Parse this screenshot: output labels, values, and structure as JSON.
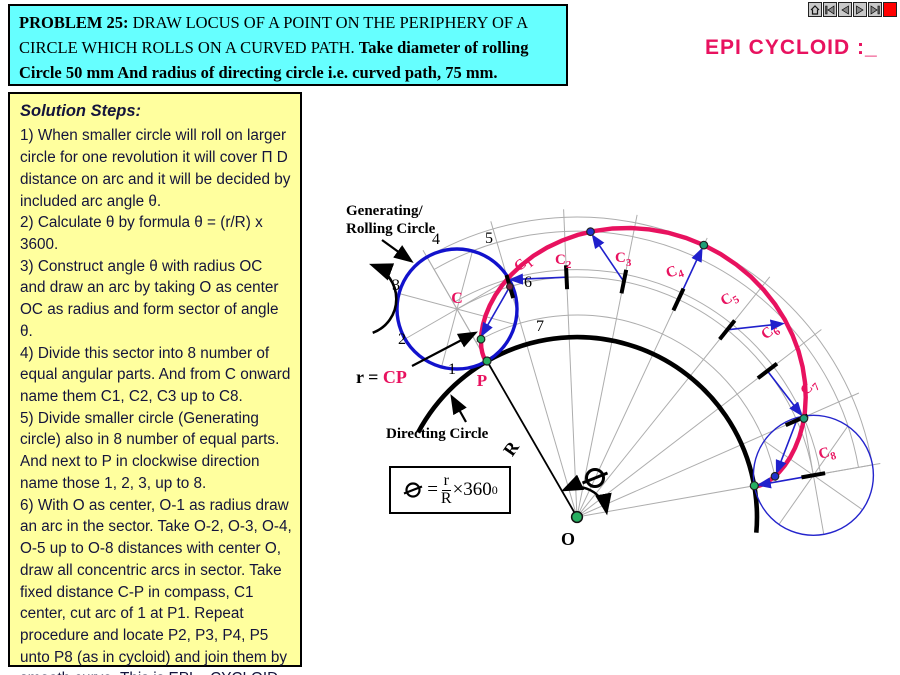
{
  "header": {
    "problem_label": "PROBLEM 25:",
    "problem_body": " DRAW LOCUS OF A POINT ON THE PERIPHERY OF A CIRCLE WHICH ROLLS ON A CURVED PATH. ",
    "problem_bold": "Take diameter of rolling Circle 50 mm And radius of directing circle i.e. curved path, 75 mm."
  },
  "title": "EPI CYCLOID :_",
  "nav": {
    "buttons": [
      "home",
      "first",
      "previous",
      "next",
      "last",
      "stop"
    ]
  },
  "solution": {
    "heading": "Solution Steps:",
    "steps": [
      "1)  When smaller circle will roll on larger circle for one revolution it will cover Π D distance on arc and it will be decided by included arc angle θ.",
      "2)  Calculate θ by formula θ = (r/R) x 3600.",
      "3)  Construct angle θ with radius OC and draw an arc by taking O as center OC as radius and form sector of angle θ.",
      "4)  Divide this sector into 8 number of equal angular parts. And from C onward name them C1, C2, C3 up to C8.",
      "5)  Divide smaller circle (Generating circle) also in 8 number of equal parts. And next to P in clockwise direction name those 1, 2, 3, up to 8.",
      "6)  With O as center, O-1 as radius draw an arc in the sector. Take O-2, O-3, O-4, O-5 up to O-8 distances with center O, draw all concentric arcs in sector. Take fixed distance C-P in compass, C1 center, cut arc of 1 at P1. Repeat procedure and locate P2, P3, P4, P5 unto P8 (as in cycloid) and join them by smooth curve. This is EPI – CYCLOID."
    ]
  },
  "diagram": {
    "generating_label_1": "Generating/",
    "generating_label_2": "Rolling Circle",
    "directing_label": "Directing Circle",
    "radius_r_black": "r = ",
    "radius_cp_pink": "CP",
    "point_p": "P",
    "point_o": "O",
    "point_c": "C",
    "radius_R": "R",
    "circle_numbers": [
      "1",
      "2",
      "3",
      "4",
      "5",
      "6",
      "7"
    ],
    "center_labels": [
      {
        "main": "C",
        "sub": "1"
      },
      {
        "main": "C",
        "sub": "2"
      },
      {
        "main": "C",
        "sub": "3"
      },
      {
        "main": "C",
        "sub": "4"
      },
      {
        "main": "C",
        "sub": "5"
      },
      {
        "main": "C",
        "sub": "6"
      },
      {
        "main": "C",
        "sub": "7"
      },
      {
        "main": "C",
        "sub": "8"
      }
    ],
    "formula": {
      "equals": "=",
      "numerator": "r",
      "denominator": "R",
      "times": "×360",
      "exponent": "0"
    }
  },
  "colors": {
    "header_cyan": "#66FFFF",
    "panel_yellow": "#FFFF9E",
    "accent_pink": "#E8125F",
    "circle_blue": "#1212CC",
    "dot_green": "#27AE60",
    "nav_red": "#FF0000"
  }
}
